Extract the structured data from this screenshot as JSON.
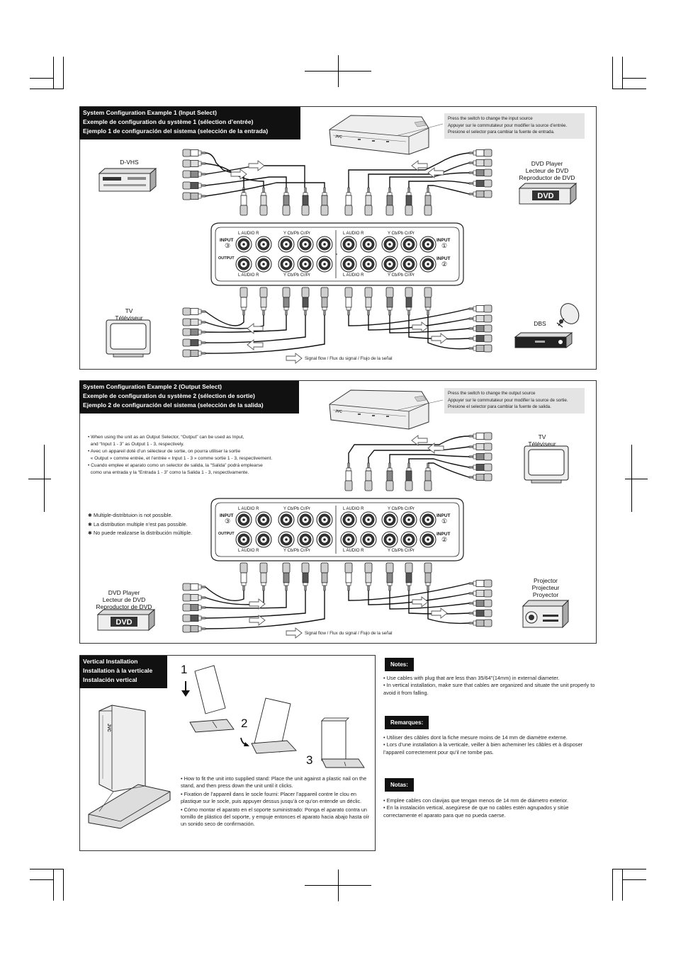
{
  "example1": {
    "header": [
      "System Configuration Example 1 (Input Select)",
      "Exemple de configuration du système 1 (sélection d’entrée)",
      "Ejemplo 1 de configuración del sistema (selección de la entrada)"
    ],
    "switch_note": [
      "Press the switch to change the input source",
      "Appuyer sur le commutateur pour modifier la source d’entrée.",
      "Presione el selector para cambiar la fuente de entrada."
    ],
    "dvhs_label": "D-VHS",
    "dvd_label": [
      "DVD Player",
      "Lecteur de DVD",
      "Reproductor de DVD"
    ],
    "tv_label": [
      "TV",
      "Téléviseur"
    ],
    "dbs_label": "DBS",
    "signal_flow": "Signal flow / Flux du signal / Flujo de la señal"
  },
  "example2": {
    "header": [
      "System Configuration Example 2 (Output Select)",
      "Exemple de configuration du système 2 (sélection de sortie)",
      "Ejemplo 2 de configuración del sistema (selección de la salida)"
    ],
    "switch_note": [
      "Press the switch to change the output source",
      "Appuyer sur le commutateur pour modifier la source de sortie.",
      "Presione el selector para cambiar la fuente de salida."
    ],
    "bullets": [
      [
        "When using the unit as an Output Selector, “Output” can be used as Input,",
        "and “Input 1 - 3” as Output 1 - 3, respectively."
      ],
      [
        "Avec un appareil doté d’un sélecteur de sortie, on pourra utiliser la sortie",
        "« Output » comme entrée, et l’entrée « Input 1 - 3 » comme sortie 1 - 3, respectivement."
      ],
      [
        "Cuando emplee el aparato como un selector de salida, la “Salida” podrá emplearse",
        "como una entrada y la “Entrada 1 - 3” como la Salida 1 - 3, respectivamente."
      ]
    ],
    "asterisk_notes": [
      "Multiple-distribtuion is not possible.",
      "La distribution multiple n’est pas possible.",
      "No puede realizarse la distribución múltiple."
    ],
    "tv_label": [
      "TV",
      "Téléviseur"
    ],
    "dvd_label": [
      "DVD Player",
      "Lecteur de DVD",
      "Reproductor de DVD"
    ],
    "projector_label": [
      "Projector",
      "Projecteur",
      "Proyector"
    ],
    "signal_flow": "Signal flow / Flux du signal / Flujo de la señal"
  },
  "panel": {
    "top_labels": [
      "L  AUDIO  R",
      "Y   Cb/Pb   Cr/Pr",
      "L  AUDIO  R",
      "Y   Cb/Pb   Cr/Pr"
    ],
    "bottom_labels": [
      "L  AUDIO  R",
      "Y   Cb/Pb   Cr/Pr",
      "L  AUDIO  R",
      "Y   Cb/Pb   Cr/Pr"
    ],
    "input3": "INPUT",
    "input3_num": "③",
    "output": "OUTPUT",
    "input1": "INPUT",
    "input1_num": "①",
    "input2": "INPUT",
    "input2_num": "②"
  },
  "vertical": {
    "header": [
      "Vertical Installation",
      "Installation à la verticale",
      "Instalación vertical"
    ],
    "steps": [
      "1",
      "2",
      "3"
    ],
    "bullets": [
      "How to fit the unit into supplied stand:  Place the unit against a plastic nail on the stand, and then press down the unit until it clicks.",
      "Fixation de l’appareil dans le socle fourni:  Placer l’appareil contre le clou en plastique sur le socle, puis appuyer dessus jusqu’à ce qu’on entende un déclic.",
      "Cómo montar el aparato en el soporte suministrado:  Ponga el aparato contra un tornillo de plástico del soporte, y empuje entonces el aparato hacia abajo hasta oír un sonido seco de confirmación."
    ]
  },
  "notes": {
    "en_title": "Notes:",
    "en": [
      "Use cables with plug that are less than 35/64\"(14mm) in external diameter.",
      "In vertical installation, make sure that cables are organized and situate the unit properly to avoid it from falling."
    ],
    "fr_title": "Remarques:",
    "fr": [
      "Utiliser des câbles dont la fiche mesure moins de 14 mm de diamètre externe.",
      "Lors d’une installation à la verticale, veiller à bien acheminer les câbles et à disposer l’appareil correctement pour qu’il ne tombe pas."
    ],
    "es_title": "Notas:",
    "es": [
      "Emplee cables con clavijas que tengan menos de 14 mm de diámetro exterior.",
      "En la instalación vertical, asegúrese de que no cables estén agrupados y sitúe correctamente el aparato para que no pueda caerse."
    ]
  },
  "brand": "JVC",
  "dvd_logo": "DVD"
}
